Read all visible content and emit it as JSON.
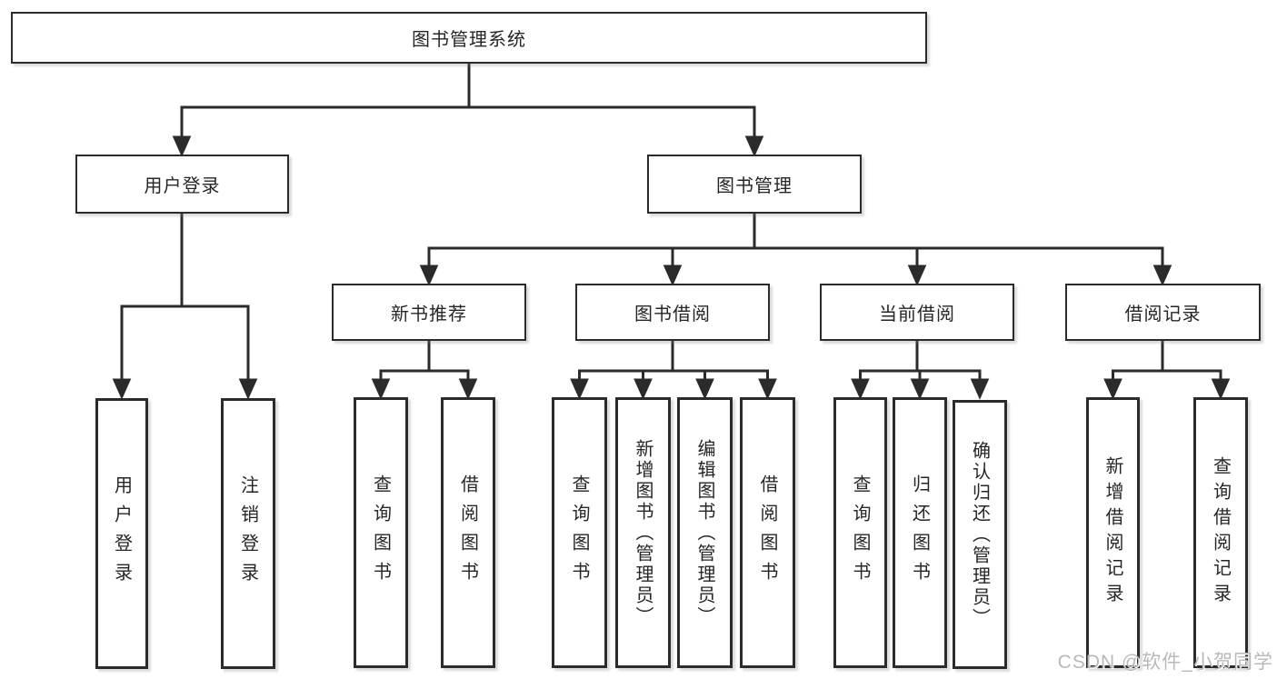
{
  "diagram": {
    "root": {
      "label": "图书管理系统",
      "children": [
        {
          "label": "用户登录",
          "children": [
            {
              "label": "用户登录"
            },
            {
              "label": "注销登录"
            }
          ]
        },
        {
          "label": "图书管理",
          "children": [
            {
              "label": "新书推荐",
              "children": [
                {
                  "label": "查询图书"
                },
                {
                  "label": "借阅图书"
                }
              ]
            },
            {
              "label": "图书借阅",
              "children": [
                {
                  "label": "查询图书"
                },
                {
                  "label": "新增图书（管理员）"
                },
                {
                  "label": "编辑图书（管理员）"
                },
                {
                  "label": "借阅图书"
                }
              ]
            },
            {
              "label": "当前借阅",
              "children": [
                {
                  "label": "查询图书"
                },
                {
                  "label": "归还图书"
                },
                {
                  "label": "确认归还（管理员）"
                }
              ]
            },
            {
              "label": "借阅记录",
              "children": [
                {
                  "label": "新增借阅记录"
                },
                {
                  "label": "查询借阅记录"
                }
              ]
            }
          ]
        }
      ]
    }
  },
  "watermark": {
    "text": "CSDN @软件_小贺同学"
  },
  "colors": {
    "background": "#ffffff",
    "line": "#2b2b2b",
    "box_border": "#2b2b2b",
    "text": "#262626",
    "watermark": "#b9b9b9"
  }
}
